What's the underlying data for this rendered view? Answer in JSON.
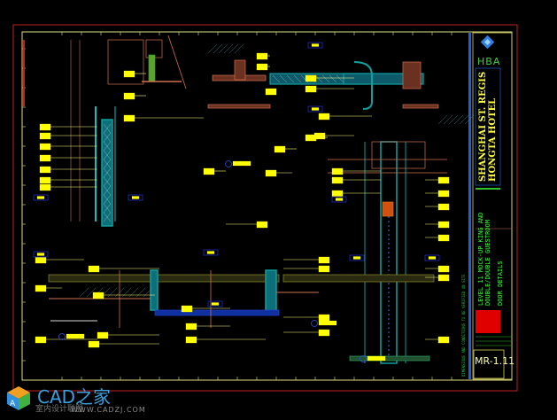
{
  "title_block": {
    "logo": "HBA",
    "project_line1": "SHANGHAI ST. REGIS",
    "project_line2": "HONGTA HOTEL",
    "sheet_title_line1": "LEVEL 11 MOCK-UP KING AND",
    "sheet_title_line2": "DOUBLE/DOUBLE GUESTROOM",
    "sheet_title_line3": "DOOR DETAILS",
    "sheet_number": "MR-1.11",
    "notes": "DIMENSIONS AND CONDITIONS TO BE VERIFIED ON SITE"
  },
  "watermark": {
    "brand": "CAD之家",
    "subtitle": "室内设计联盟",
    "url": "WWW.CADZJ.COM"
  },
  "colors": {
    "background": "#000000",
    "frame": "#c02020",
    "border": "#e0e080",
    "wall": "#10a0a0",
    "annotation": "#ffff00",
    "finish": "#d07050",
    "tag_box": "#2030c0"
  }
}
